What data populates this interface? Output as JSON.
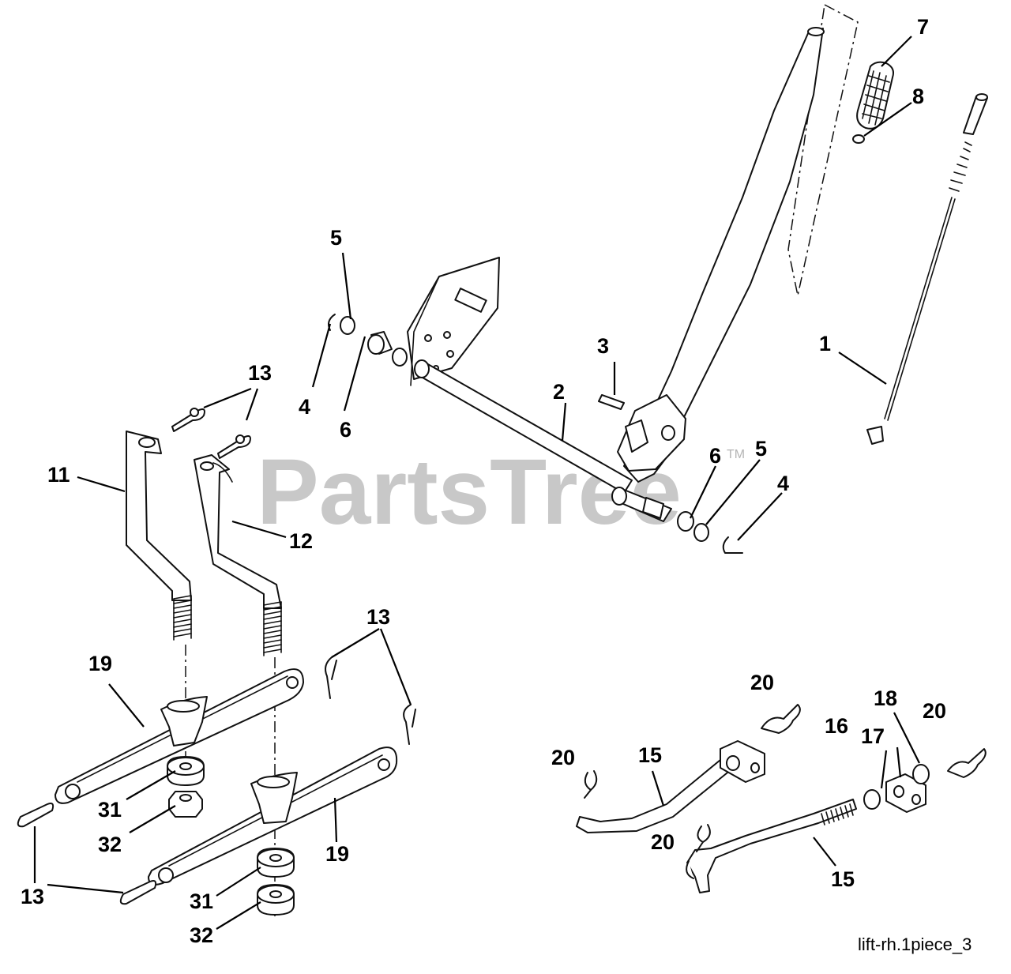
{
  "watermark": {
    "text": "PartsTree",
    "trademark": "TM"
  },
  "drawing_ref": "lift-rh.1piece_3",
  "callouts": {
    "c1": "1",
    "c2": "2",
    "c3": "3",
    "c4a": "4",
    "c4b": "4",
    "c5a": "5",
    "c5b": "5",
    "c6a": "6",
    "c6b": "6",
    "c7": "7",
    "c8": "8",
    "c11": "11",
    "c12": "12",
    "c13a": "13",
    "c13b": "13",
    "c13c": "13",
    "c15a": "15",
    "c15b": "15",
    "c16": "16",
    "c17": "17",
    "c18": "18",
    "c19a": "19",
    "c19b": "19",
    "c20a": "20",
    "c20b": "20",
    "c20c": "20",
    "c20d": "20",
    "c31a": "31",
    "c31b": "31",
    "c32a": "32",
    "c32b": "32"
  }
}
